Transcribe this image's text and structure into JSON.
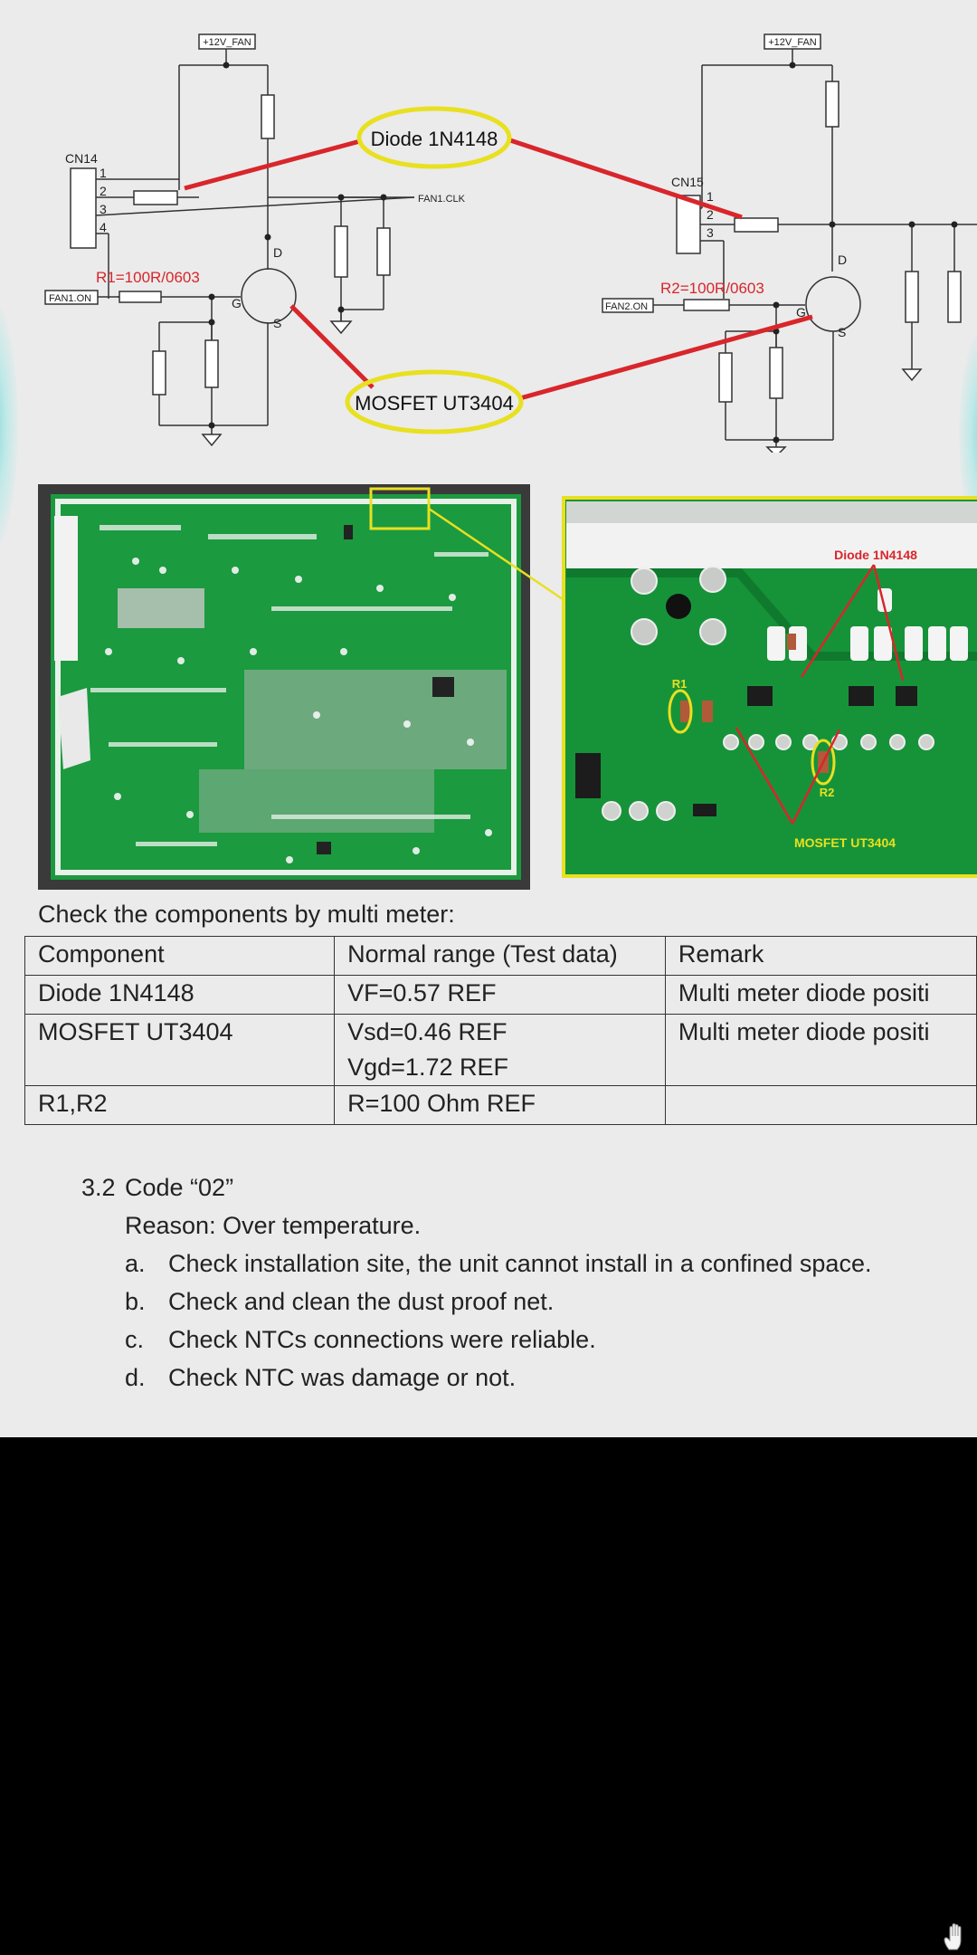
{
  "schematic": {
    "left": {
      "power_label": "+12V_FAN",
      "connector": "CN14",
      "pins": [
        "1",
        "2",
        "3",
        "4"
      ],
      "clk_label": "FAN1.CLK",
      "on_label": "FAN1.ON",
      "resistor_label": "R1=100R/0603",
      "d": "D",
      "g": "G",
      "s": "S"
    },
    "right": {
      "power_label": "+12V_FAN",
      "connector": "CN15",
      "pins": [
        "1",
        "2",
        "3"
      ],
      "on_label": "FAN2.ON",
      "resistor_label": "R2=100R/0603",
      "d": "D",
      "g": "G",
      "s": "S"
    },
    "callout_diode": "Diode 1N4148",
    "callout_mosfet": "MOSFET UT3404"
  },
  "photo_zoom": {
    "diode_label": "Diode 1N4148",
    "mosfet_label": "MOSFET UT3404",
    "r1_label": "R1",
    "r2_label": "R2"
  },
  "intro": "Check the components by multi meter:",
  "table": {
    "headers": [
      "Component",
      "Normal range (Test data)",
      "Remark"
    ],
    "rows": [
      {
        "component": "Diode 1N4148",
        "range": [
          "VF=0.57 REF"
        ],
        "remark": "Multi meter diode positi"
      },
      {
        "component": "MOSFET UT3404",
        "range": [
          "Vsd=0.46 REF",
          "Vgd=1.72 REF"
        ],
        "remark": "Multi meter diode positi"
      },
      {
        "component": "R1,R2",
        "range": [
          "R=100 Ohm REF"
        ],
        "remark": ""
      }
    ]
  },
  "section": {
    "number": "3.2",
    "title": "Code “02”",
    "reason": "Reason: Over temperature.",
    "items": [
      {
        "marker": "a.",
        "text": "Check installation site, the unit cannot install in a confined space."
      },
      {
        "marker": "b.",
        "text": "Check and clean the dust proof net."
      },
      {
        "marker": "c.",
        "text": "Check NTCs connections were reliable."
      },
      {
        "marker": "d.",
        "text": "Check NTC was damage or not."
      }
    ]
  },
  "colors": {
    "page_bg": "#ebebeb",
    "highlight": "#e8e020",
    "red": "#d8262b",
    "pcb_green": "#1a9a3e"
  },
  "icons": {
    "corner": "hand-icon"
  }
}
